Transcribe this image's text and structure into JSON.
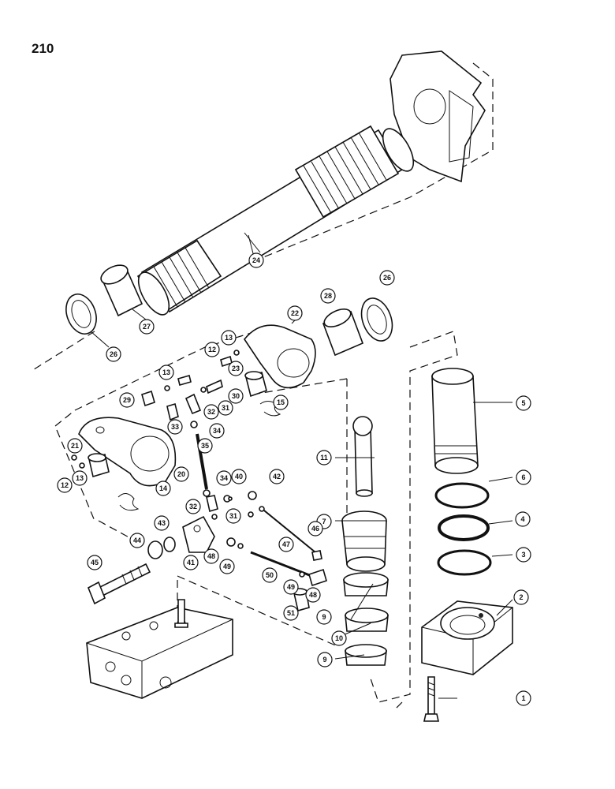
{
  "page_number": "210",
  "callouts": [
    "1",
    "2",
    "3",
    "4",
    "5",
    "6",
    "7",
    "9",
    "9",
    "10",
    "11",
    "12",
    "12",
    "13",
    "13",
    "13",
    "14",
    "15",
    "20",
    "21",
    "22",
    "23",
    "24",
    "26",
    "26",
    "27",
    "28",
    "29",
    "30",
    "31",
    "31",
    "32",
    "32",
    "33",
    "34",
    "34",
    "35",
    "40",
    "41",
    "42",
    "43",
    "44",
    "45",
    "46",
    "47",
    "48",
    "48",
    "49",
    "49",
    "50",
    "51"
  ]
}
